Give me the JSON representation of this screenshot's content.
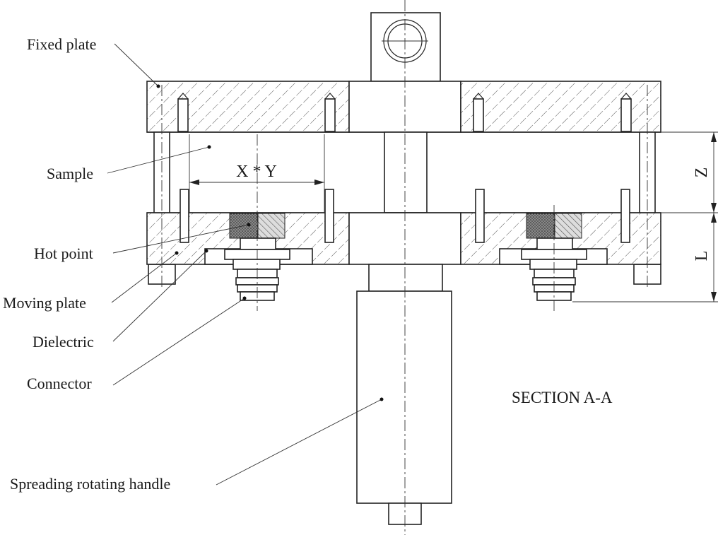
{
  "labels": {
    "fixed_plate": "Fixed plate",
    "sample": "Sample",
    "hot_point": "Hot point",
    "moving_plate": "Moving plate",
    "dielectric": "Dielectric",
    "connector": "Connector",
    "spreading_handle": "Spreading rotating handle"
  },
  "dimensions": {
    "xy": "X * Y",
    "z": "Z",
    "l": "L"
  },
  "section_title": "SECTION A-A"
}
